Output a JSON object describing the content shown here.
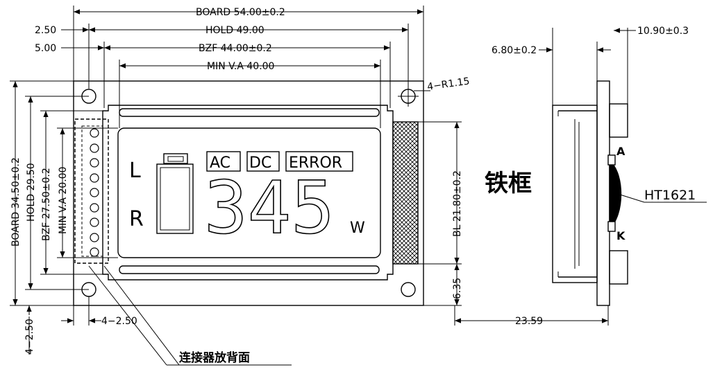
{
  "front_view": {
    "dims": {
      "board_w": "BOARD 54.00±0.2",
      "hold_w": "HOLD 49.00",
      "bzf_w": "BZF 44.00±0.2",
      "va_w": "MIN V.A 40.00",
      "left_2_50": "2.50",
      "left_5_00": "5.00",
      "hole_radius": "4−R1.15",
      "board_h": "BOARD 34.50±0.2",
      "hold_h": "HOLD 29.50",
      "bzf_h": "BZF 27.50±0.2",
      "va_h": "MIN V.A 20.00",
      "bl_h": "BL 21.80±0.2",
      "bottom_6_35": "6.35",
      "hole_offset_x": "4−2.50",
      "hole_offset_y": "4−2.50"
    },
    "lcd": {
      "left_label": "L",
      "right_label": "R",
      "ac_label": "AC",
      "dc_label": "DC",
      "error_label": "ERROR",
      "digits": "345",
      "unit": "W"
    },
    "connector_note": "连接器放背面"
  },
  "side_view": {
    "dims": {
      "thickness": "6.80±0.2",
      "total": "10.90±0.3",
      "length": "23.59"
    },
    "frame_label": "铁框",
    "led_label": "HT1621",
    "anode": "A",
    "cathode": "K"
  }
}
